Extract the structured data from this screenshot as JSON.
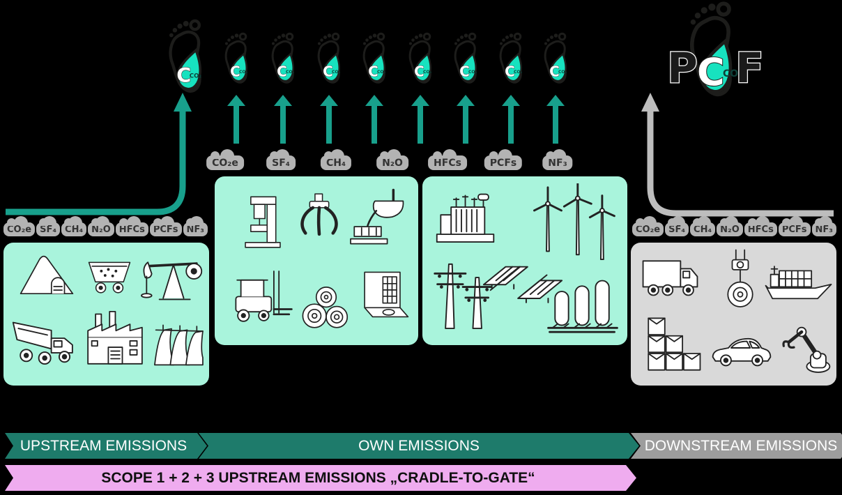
{
  "pcf_logo": {
    "p": "P",
    "c": "C",
    "f": "F",
    "co2": "CO₂"
  },
  "footprint": {
    "c": "C",
    "co2": "CO₂"
  },
  "gases": [
    "CO₂e",
    "SF₄",
    "CH₄",
    "N₂O",
    "HFCs",
    "PCFs",
    "NF₃"
  ],
  "banners": {
    "upstream": "UPSTREAM EMISSIONS",
    "own": "OWN EMISSIONS",
    "downstream": "DOWNSTREAM EMISSIONS",
    "scope": "SCOPE 1 + 2 + 3 UPSTREAM EMISSIONS „CRADLE-TO-GATE“"
  },
  "colors": {
    "accent_teal": "#18a08c",
    "drop_teal": "#17e2bf",
    "mint_panel": "#a9f4dc",
    "banner_teal": "#1e7b6b",
    "cloud_gray": "#b3b3b3",
    "panel_gray": "#d9d9d9",
    "line_gray": "#bdbdbd",
    "banner_gray": "#9d9d9d",
    "banner_pink": "#efacef",
    "ink": "#1d1d1b"
  },
  "panels": {
    "upstream_raw_materials": [
      "ore-mound",
      "mine-cart",
      "oil-pumpjack",
      "dump-truck",
      "factory",
      "hydro-dam"
    ],
    "own_production": [
      "press-machine",
      "grabber-claw",
      "casting-ladle",
      "forklift",
      "steel-coils",
      "processing-machine"
    ],
    "own_energy": [
      "transformer-station",
      "wind-turbines",
      "solar-panels",
      "power-pylons",
      "gas-tanks"
    ],
    "downstream_logistics": [
      "cargo-truck",
      "crane-hook-coil",
      "container-ship",
      "packages",
      "car-body",
      "robot-arm"
    ]
  }
}
